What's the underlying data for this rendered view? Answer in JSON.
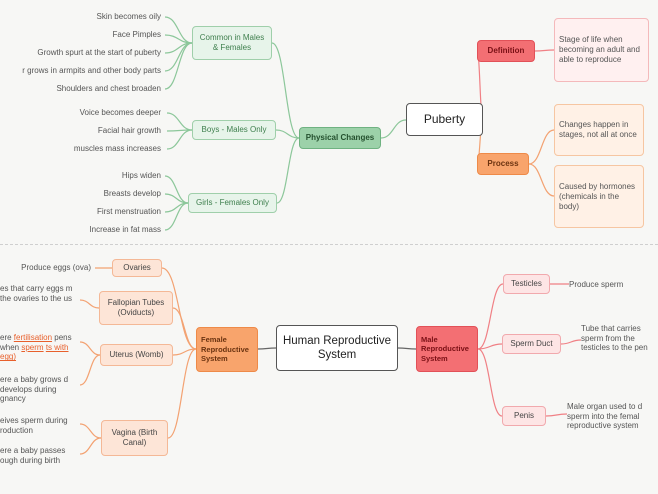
{
  "puberty": {
    "root": "Puberty",
    "physical_changes": "Physical Changes",
    "common_group": "Common in Males & Females",
    "common_items": [
      "Skin becomes oily",
      "Face Pimples",
      "Growth spurt at the start of puberty",
      "r grows in armpits and other body parts",
      "Shoulders and chest broaden"
    ],
    "boys_group": "Boys - Males Only",
    "boys_items": [
      "Voice becomes deeper",
      "Facial hair growth",
      "muscles mass increases"
    ],
    "girls_group": "Girls - Females Only",
    "girls_items": [
      "Hips widen",
      "Breasts develop",
      "First menstruation",
      "Increase in fat mass"
    ],
    "definition": "Definition",
    "definition_text": "Stage of life when becoming an adult and able to reproduce",
    "process": "Process",
    "process_items": [
      "Changes happen in stages, not all at once",
      "Caused by hormones (chemicals in the body)"
    ]
  },
  "reproductive": {
    "root": "Human Reproductive System",
    "female": "Female Reproductive System",
    "male": "Male Reproductive System",
    "ovaries": "Ovaries",
    "ovaries_text": "Produce eggs (ova)",
    "fallopian": "Fallopian Tubes (Oviducts)",
    "fallopian_text": "es that carry eggs m the ovaries to the us",
    "uterus": "Uterus (Womb)",
    "uterus_text_1a": "ere ",
    "uterus_text_1b": "fertilisation",
    "uterus_text_2a": "pens when ",
    "uterus_text_2b": "sperm",
    "uterus_text_3": "ts with egg)",
    "uterus_text_4": "ere a baby grows d develops during gnancy",
    "vagina": "Vagina (Birth Canal)",
    "vagina_text_1": "eives sperm during roduction",
    "vagina_text_2": "ere a baby passes ough during birth",
    "testicles": "Testicles",
    "testicles_text": "Produce sperm",
    "sperm_duct": "Sperm Duct",
    "sperm_duct_text": "Tube that carries sperm from the testicles to the pen",
    "penis": "Penis",
    "penis_text": "Male organ used to d sperm into the femal reproductive system"
  },
  "colors": {
    "green_line": "#8cc79a",
    "red_line": "#f08085",
    "orange_line": "#f3a272",
    "dark_line": "#666666"
  }
}
